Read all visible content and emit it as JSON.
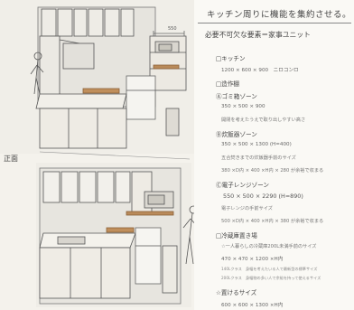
{
  "title": "キッチン周りに機能を集約させる。",
  "subtitle": "必要不可欠な要素＝家事ユニット",
  "front_label": "正面",
  "dimension_label": "550",
  "notes": [
    {
      "text": "□キッチン",
      "style": "head"
    },
    {
      "text": "1200 × 600 × 900　ニロコンロ",
      "style": "dim"
    },
    {
      "text": "□造作棚",
      "style": "head"
    },
    {
      "text": "Ⓐゴミ箱ゾーン",
      "style": "head"
    },
    {
      "text": "350 × 500 × 900",
      "style": "dim"
    },
    {
      "text": "開閉を考えたうえで取り出しやすい高さ",
      "style": "body"
    },
    {
      "text": "Ⓑ炊飯器ゾーン",
      "style": "head"
    },
    {
      "text": "350 × 500 × 1300 (H=400)",
      "style": "dim"
    },
    {
      "text": "五合焚きまでの炊飯器手前のサイズ",
      "style": "body"
    },
    {
      "text": "380 ×D内 × 400 ×H内 × 280 が余裕で収まる",
      "style": "body"
    },
    {
      "text": "Ⓒ電子レンジゾーン",
      "style": "head"
    },
    {
      "text": "550 × 500 × 2290 (H=890)",
      "style": "big"
    },
    {
      "text": "電子レンジの手前サイズ",
      "style": "body"
    },
    {
      "text": "500 ×D内 × 400 ×H内 × 380 が余裕で収まる",
      "style": "body"
    },
    {
      "text": "□冷蔵庫置き場",
      "style": "head"
    },
    {
      "text": "☆一人暮らしの冷蔵庫200L未満手前のサイズ",
      "style": "body"
    },
    {
      "text": "470 × 470 × 1200 ×H内",
      "style": "dim"
    },
    {
      "text": "140Lクラス　身幅を考えたいる人で最新型の標準サイズ",
      "style": "tiny"
    },
    {
      "text": "200Lクラス　身幅物の多い人で余裕を持って使えるサイズ",
      "style": "tiny"
    },
    {
      "text": "☆置けるサイズ",
      "style": "head"
    },
    {
      "text": "600 × 600 × 1300 ×H内",
      "style": "dim"
    }
  ]
}
